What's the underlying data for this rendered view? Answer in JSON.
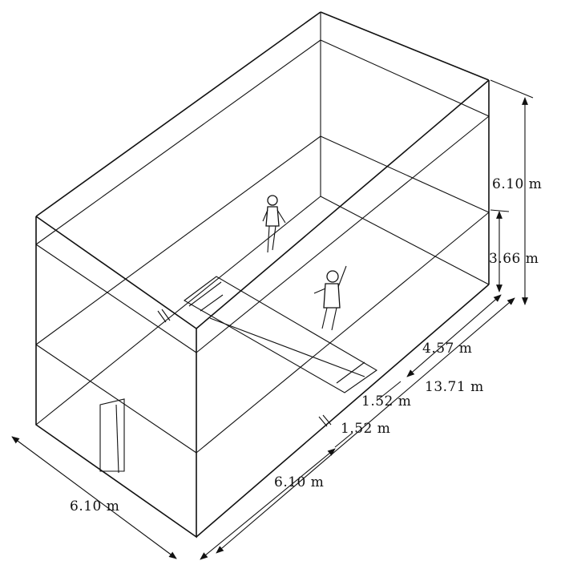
{
  "labels": {
    "back_height": "6.10 m",
    "service_height": "3.66 m",
    "service_depth": "4.57 m",
    "total_length": "13.71 m",
    "service_zone": "1.52 m",
    "short_line": "1.52 m",
    "side_wall_length": "6.10 m",
    "front_width": "6.10 m"
  }
}
